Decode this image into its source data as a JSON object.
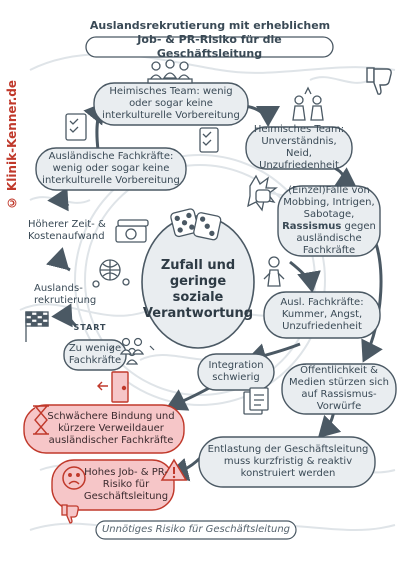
{
  "side_label": "© Klinik-Kenner.de",
  "title_line1": "Auslandsrekrutierung mit erheblichem",
  "title_line2": "Job- & PR-Risiko für die Geschäftsleitung",
  "center": "Zufall und geringe soziale Verantwortung",
  "start_label": "START",
  "nodes": {
    "heim_vorbereitung": "Heimisches Team: wenig oder sogar keine interkulturelle Vorbereitung",
    "heim_unverstaendnis": "Heimisches Team: Unverständnis, Neid, Unzufriedenheit",
    "ausl_vorbereitung": "Ausländische Fachkräfte: wenig oder sogar keine interkulturelle Vorbereitung",
    "mobbing_pre": "(Einzel)Fälle von Mobbing, Intrigen, Sabotage, ",
    "mobbing_bold": "Rassismus",
    "mobbing_post": " gegen ausländische Fachkräfte",
    "aufwand": "Höherer Zeit- & Kostenaufwand",
    "rekrutierung": "Auslands-rekrutierung",
    "ausl_kummer": "Ausl. Fachkräfte: Kummer, Angst, Unzufriedenheit",
    "zu_wenige": "Zu wenige Fachkräfte",
    "integration": "Integration schwierig",
    "oeffentlichkeit": "Öffentlichkeit & Medien stürzen sich auf Rassismus-Vorwürfe",
    "bindung": "Schwächere Bindung und kürzere Verweildauer ausländischer Fachkräfte",
    "entlastung": "Entlastung der Geschäftsleitung muss kurzfristig & reaktiv konstruiert werden",
    "risiko": "Hohes Job- & PR-Risiko für Geschäftsleitung"
  },
  "footer": "Unnötiges Risiko für Geschäftsleitung",
  "colors": {
    "node_fill": "#e9edf0",
    "node_stroke": "#4b5964",
    "accent_fill": "#f6c6c8",
    "accent_stroke": "#c0392b",
    "arrow": "#4b5964",
    "background_swirl": "#dfe4e8"
  },
  "icons": [
    "team-meeting-icon",
    "checklist-icon",
    "arguing-people-icon",
    "fist-icon",
    "dice-icon",
    "money-stack-icon",
    "globe-network-icon",
    "crying-person-icon",
    "finish-flag-icon",
    "people-group-icon",
    "documents-icon",
    "exit-door-icon",
    "hourglass-icon",
    "warning-icon",
    "sad-face-icon",
    "thumbs-down-icon"
  ]
}
